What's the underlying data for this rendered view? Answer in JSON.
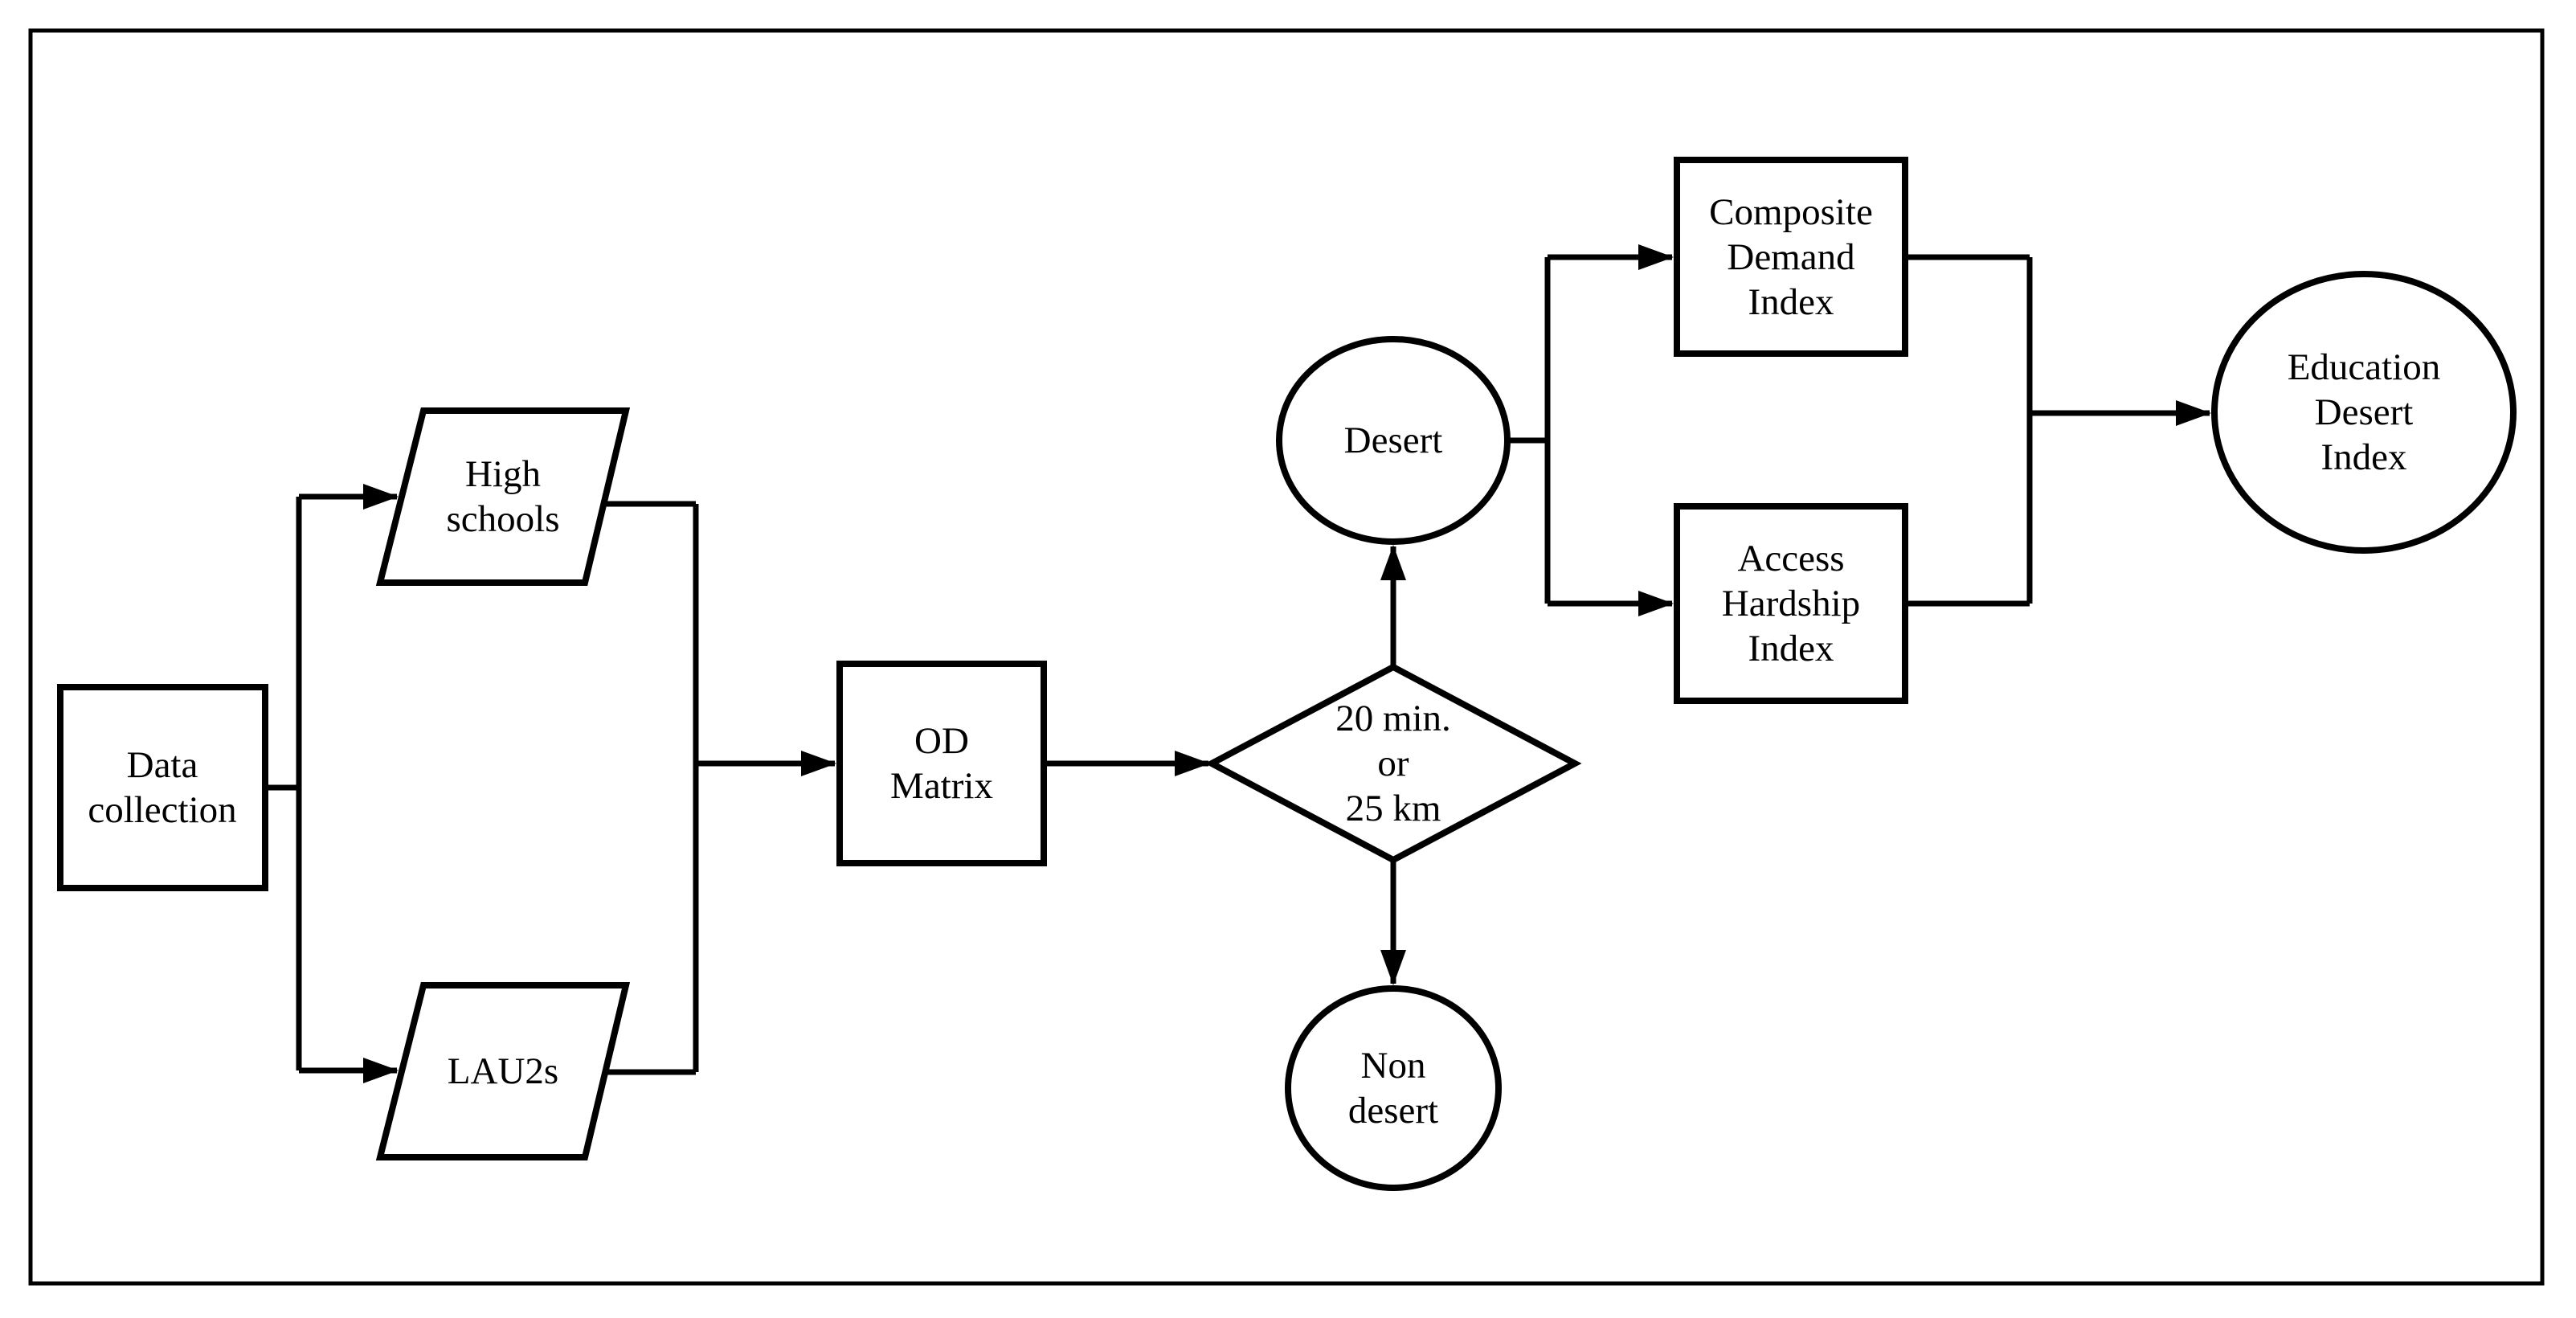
{
  "figure": {
    "type": "flowchart",
    "background_color": "#ffffff",
    "stroke_color": "#000000",
    "nodes": {
      "data_collection": {
        "shape": "rectangle",
        "label": "Data collection",
        "lines": [
          "Data",
          "collection"
        ]
      },
      "high_schools": {
        "shape": "parallelogram",
        "label": "High schools",
        "lines": [
          "High",
          "schools"
        ]
      },
      "lau2s": {
        "shape": "parallelogram",
        "label": "LAU2s",
        "lines": [
          "LAU2s"
        ]
      },
      "od_matrix": {
        "shape": "rectangle",
        "label": "OD Matrix",
        "lines": [
          "OD",
          "Matrix"
        ]
      },
      "threshold_decision": {
        "shape": "diamond",
        "label": "20 min. or 25 km",
        "lines": [
          "20 min.",
          "or",
          "25 km"
        ]
      },
      "desert": {
        "shape": "circle",
        "label": "Desert",
        "lines": [
          "Desert"
        ]
      },
      "non_desert": {
        "shape": "circle",
        "label": "Non desert",
        "lines": [
          "Non",
          "desert"
        ]
      },
      "composite_demand_index": {
        "shape": "rectangle",
        "label": "Composite Demand Index",
        "lines": [
          "Composite",
          "Demand",
          "Index"
        ]
      },
      "access_hardship_index": {
        "shape": "rectangle",
        "label": "Access Hardship Index",
        "lines": [
          "Access",
          "Hardship",
          "Index"
        ]
      },
      "education_desert_index": {
        "shape": "circle",
        "label": "Education Desert Index",
        "lines": [
          "Education",
          "Desert",
          "Index"
        ]
      }
    },
    "edges": [
      {
        "from": "data_collection",
        "to": "high_schools"
      },
      {
        "from": "data_collection",
        "to": "lau2s"
      },
      {
        "from": "high_schools",
        "to": "od_matrix"
      },
      {
        "from": "lau2s",
        "to": "od_matrix"
      },
      {
        "from": "od_matrix",
        "to": "threshold_decision"
      },
      {
        "from": "threshold_decision",
        "to": "desert"
      },
      {
        "from": "threshold_decision",
        "to": "non_desert"
      },
      {
        "from": "desert",
        "to": "composite_demand_index"
      },
      {
        "from": "desert",
        "to": "access_hardship_index"
      },
      {
        "from": "composite_demand_index",
        "to": "education_desert_index"
      },
      {
        "from": "access_hardship_index",
        "to": "education_desert_index"
      }
    ]
  }
}
